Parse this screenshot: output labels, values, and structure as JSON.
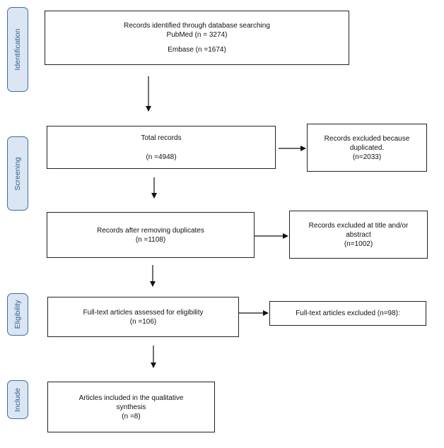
{
  "stages": [
    {
      "label": "Identification"
    },
    {
      "label": "Screening"
    },
    {
      "label": "Eligibility"
    },
    {
      "label": "Include"
    }
  ],
  "boxes": {
    "identified": {
      "line1": "Records identified through database searching",
      "line2": "PubMed (n = 3274)",
      "line3": "Embase (n =1674)"
    },
    "total": {
      "line1": "Total records",
      "line2": "(n =4948)"
    },
    "duplicates_excluded": {
      "line1": "Records excluded because",
      "line2": "duplicated.",
      "line3": "(n=2033)"
    },
    "after_duplicates": {
      "line1": "Records after removing duplicates",
      "line2": "(n =1108)"
    },
    "title_excluded": {
      "line1": "Records excluded at title and/or",
      "line2": "abstract",
      "line3": "(n=1002)"
    },
    "fulltext_assessed": {
      "line1": "Full-text articles assessed for eligibility",
      "line2": "(n =106)"
    },
    "fulltext_excluded": {
      "line1": "Full-text articles excluded (n=98):"
    },
    "included": {
      "line1": "Articles included in the qualitative",
      "line2": "synthesis",
      "line3": "(n =8)"
    }
  }
}
